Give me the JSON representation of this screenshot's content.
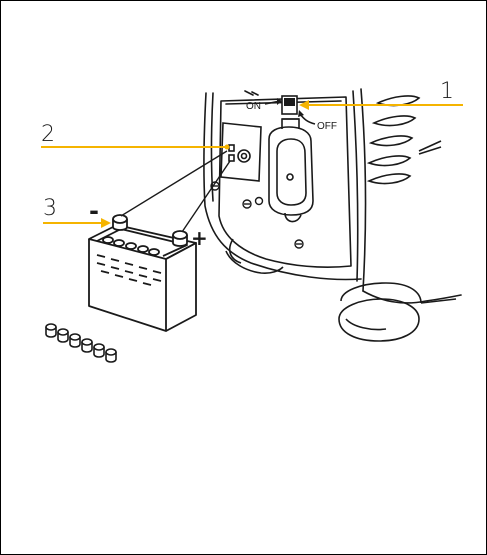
{
  "labels": {
    "callout_1": "1",
    "callout_2": "2",
    "callout_3": "3",
    "switch_on": "ON",
    "switch_off": "OFF",
    "terminal_negative": "-",
    "terminal_positive": "+"
  },
  "colors": {
    "callout_line": "#f5b400",
    "ink": "#1a1a1a",
    "border": "#000000"
  }
}
